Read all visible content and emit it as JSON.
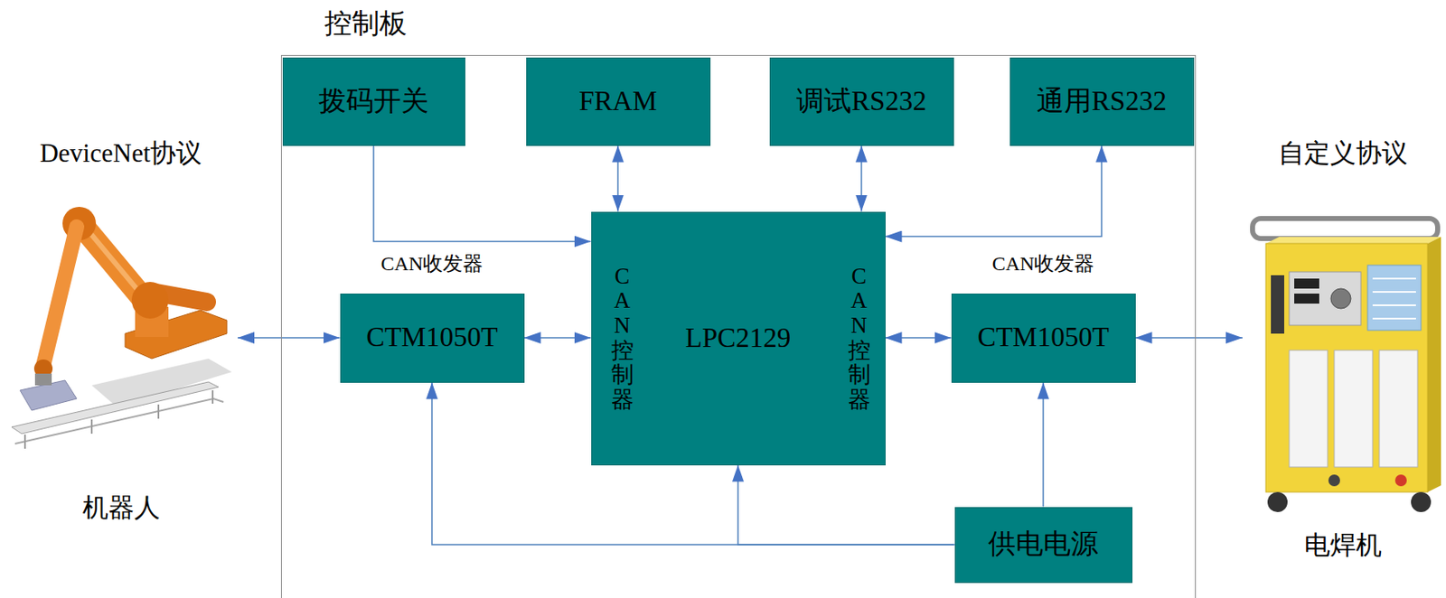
{
  "diagram": {
    "nodes": [
      {
        "text": [
          "DeviceNet协议",
          "机器人"
        ]
      },
      {
        "text": [
          "控制板"
        ]
      },
      {
        "text": [
          "拨码开关"
        ],
        "in": 1
      },
      {
        "text": [
          "FRAM"
        ],
        "in": 1
      },
      {
        "text": [
          "调试RS232"
        ],
        "in": 1
      },
      {
        "text": [
          "通用RS232"
        ],
        "in": 1
      },
      {
        "text": [
          "CAN收发器",
          "CTM1050T"
        ],
        "in": 1
      },
      {
        "text": [
          "CAN控制器",
          "LPC2129",
          "CAN控制器"
        ],
        "in": 1
      },
      {
        "text": [
          "CAN收发器",
          "CTM1050T"
        ],
        "in": 1
      },
      {
        "text": [
          "供电电源"
        ],
        "in": 1
      },
      {
        "text": [
          "自定义协议",
          "电焊机"
        ]
      }
    ],
    "edges": [
      {
        "from": 0,
        "to": 6,
        "arrow": "both"
      },
      {
        "from": 2,
        "to": 7,
        "arrow": "to"
      },
      {
        "from": 3,
        "to": 7,
        "arrow": "both"
      },
      {
        "from": 4,
        "to": 7,
        "arrow": "both"
      },
      {
        "from": 5,
        "to": 7,
        "arrow": "both"
      },
      {
        "from": 6,
        "to": 7,
        "arrow": "both"
      },
      {
        "from": 7,
        "to": 8,
        "arrow": "both"
      },
      {
        "from": 8,
        "to": 10,
        "arrow": "both"
      },
      {
        "from": 9,
        "to": 6,
        "arrow": "to"
      },
      {
        "from": 9,
        "to": 7,
        "arrow": "to"
      },
      {
        "from": 9,
        "to": 8,
        "arrow": "to"
      }
    ]
  }
}
